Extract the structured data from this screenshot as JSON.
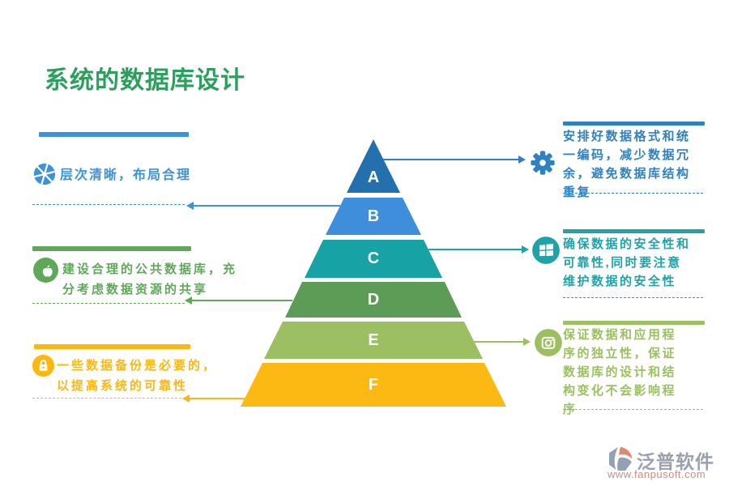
{
  "title": {
    "text": "系统的数据库设计",
    "color": "#2aa05c"
  },
  "pyramid": {
    "levels": [
      {
        "label": "A",
        "color": "#2470ac"
      },
      {
        "label": "B",
        "color": "#3e8edb"
      },
      {
        "label": "C",
        "color": "#17a2a6"
      },
      {
        "label": "D",
        "color": "#5c9c57"
      },
      {
        "label": "E",
        "color": "#9cbf62"
      },
      {
        "label": "F",
        "color": "#fdb913"
      }
    ]
  },
  "left_blocks": [
    {
      "icon": "aperture-icon",
      "color": "#3e92d8",
      "lines": [
        "层次清晰，布局合理"
      ]
    },
    {
      "icon": "apple-icon",
      "color": "#5fa85a",
      "lines": [
        "建设合理的公共数据库，充",
        "分考虑数据资源的共享"
      ]
    },
    {
      "icon": "lock-icon",
      "color": "#fcb810",
      "lines": [
        "一些数据备份是必要的，",
        "以提高系统的可靠性"
      ]
    }
  ],
  "right_blocks": [
    {
      "icon": "gear-icon",
      "color": "#2f81c2",
      "lines": [
        "安排好数据格式和统",
        "一编码，减少数据冗",
        "余，避免数据库结构",
        "重复"
      ]
    },
    {
      "icon": "windows-icon",
      "color": "#1fa3a8",
      "lines": [
        "确保数据的安全性和",
        "可靠性,同时要注意",
        "维护数据的安全性"
      ]
    },
    {
      "icon": "camera-icon",
      "color": "#9cbf62",
      "lines": [
        "保证数据和应用程",
        "序的独立性，保证",
        "数据库的设计和结",
        "构变化不会影响程",
        "序"
      ]
    }
  ],
  "footer": {
    "brand": "泛普软件",
    "url": "www.fanpusoft.com",
    "brand_color": "#9aa0ae",
    "url_color": "#d28b7e",
    "logo_grey": "#94a0b4",
    "logo_red": "#dd8a6e"
  }
}
